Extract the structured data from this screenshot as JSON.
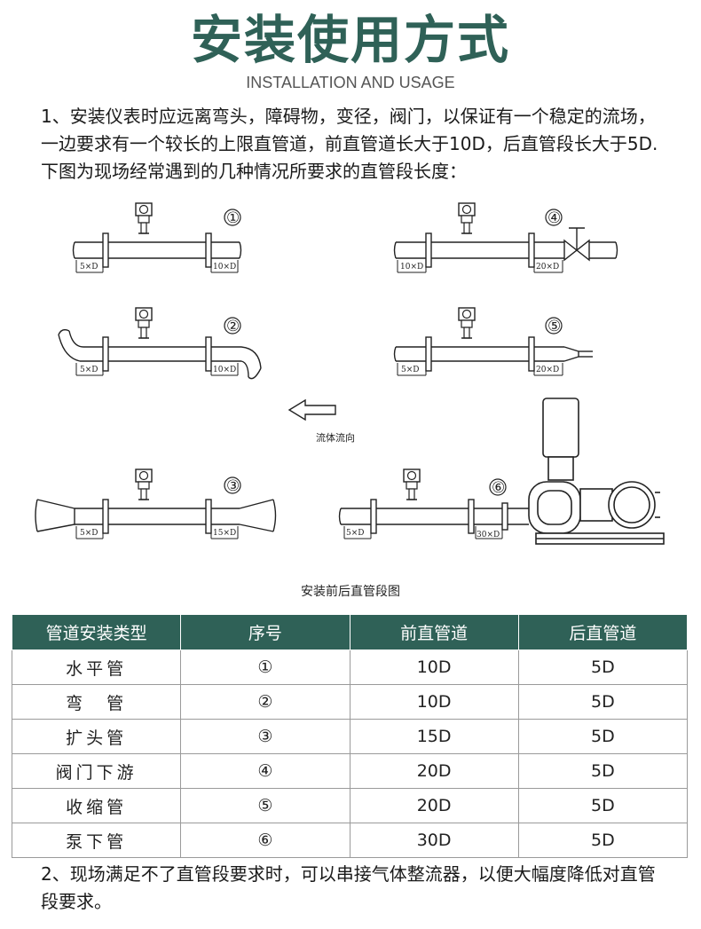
{
  "header": {
    "title": "安装使用方式",
    "subtitle": "INSTALLATION AND USAGE"
  },
  "intro": "1、安装仪表时应远离弯头，障碍物，变径，阀门，以保证有一个稳定的流场，一边要求有一个较长的上限直管道，前直管道长大于10D，后直管段长大于5D.下图为现场经常遇到的几种情况所要求的直管段长度：",
  "diagram": {
    "caption": "安装前后直管段图",
    "flow_label": "流体流向",
    "cases": [
      {
        "num": "①",
        "upstream": "5×D",
        "downstream": "10×D"
      },
      {
        "num": "②",
        "upstream": "5×D",
        "downstream": "10×D"
      },
      {
        "num": "③",
        "upstream": "5×D",
        "downstream": "15×D"
      },
      {
        "num": "④",
        "upstream": "10×D",
        "downstream": "20×D"
      },
      {
        "num": "⑤",
        "upstream": "5×D",
        "downstream": "20×D"
      },
      {
        "num": "⑥",
        "upstream": "5×D",
        "downstream": "30×D"
      }
    ]
  },
  "table": {
    "headers": [
      "管道安装类型",
      "序号",
      "前直管道",
      "后直管道"
    ],
    "rows": [
      [
        "水平管",
        "①",
        "10D",
        "5D"
      ],
      [
        "弯　管",
        "②",
        "10D",
        "5D"
      ],
      [
        "扩头管",
        "③",
        "15D",
        "5D"
      ],
      [
        "阀门下游",
        "④",
        "20D",
        "5D"
      ],
      [
        "收缩管",
        "⑤",
        "20D",
        "5D"
      ],
      [
        "泵下管",
        "⑥",
        "30D",
        "5D"
      ]
    ]
  },
  "note": "2、现场满足不了直管段要求时，可以串接气体整流器，以便大幅度降低对直管段要求。",
  "colors": {
    "accent": "#2f6157",
    "line": "#222222"
  }
}
